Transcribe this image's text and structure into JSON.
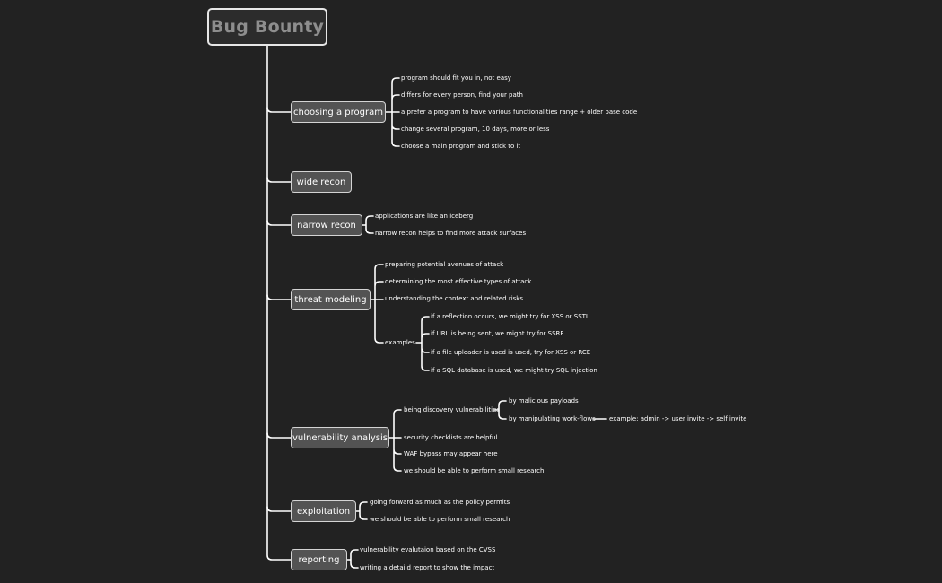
{
  "root": "Bug Bounty",
  "branches": [
    {
      "label": "choosing a program",
      "children": [
        "program should fit you in, not easy",
        "differs for every person, find your path",
        "a prefer a program to have various functionalities range + older base code",
        "change several program, 10 days, more or less",
        "choose a main program and stick to it"
      ]
    },
    {
      "label": "wide recon",
      "children": []
    },
    {
      "label": "narrow recon",
      "children": [
        "applications are like an iceberg",
        "narrow recon helps to find  more attack surfaces"
      ]
    },
    {
      "label": "threat modeling",
      "children": [
        "preparing potential avenues of attack",
        "determining the most effective types of attack",
        "understanding the context and related risks",
        "examples"
      ],
      "examples": [
        "if a reflection occurs, we might try for XSS or SSTI",
        "if URL is being sent, we might try for SSRF",
        "if a file uploader is used is used, try for XSS or RCE",
        "if a SQL database is used, we might try SQL injection"
      ]
    },
    {
      "label": "vulnerability analysis",
      "children": [
        "being discovery vulnerabilities",
        "security checklists are helpful",
        "WAF bypass may appear here",
        "we should be able to perform small research"
      ],
      "discovery": [
        "by malicious payloads",
        "by manipulating work-flows"
      ],
      "workflow_example": "example: admin -> user invite -> self invite"
    },
    {
      "label": "exploitation",
      "children": [
        "going forward as much as the policy permits",
        "we should be able to perform small research"
      ]
    },
    {
      "label": "reporting",
      "children": [
        "vulnerability evalutaion based on the CVSS",
        "writing a detaild report to show the impact"
      ]
    }
  ]
}
